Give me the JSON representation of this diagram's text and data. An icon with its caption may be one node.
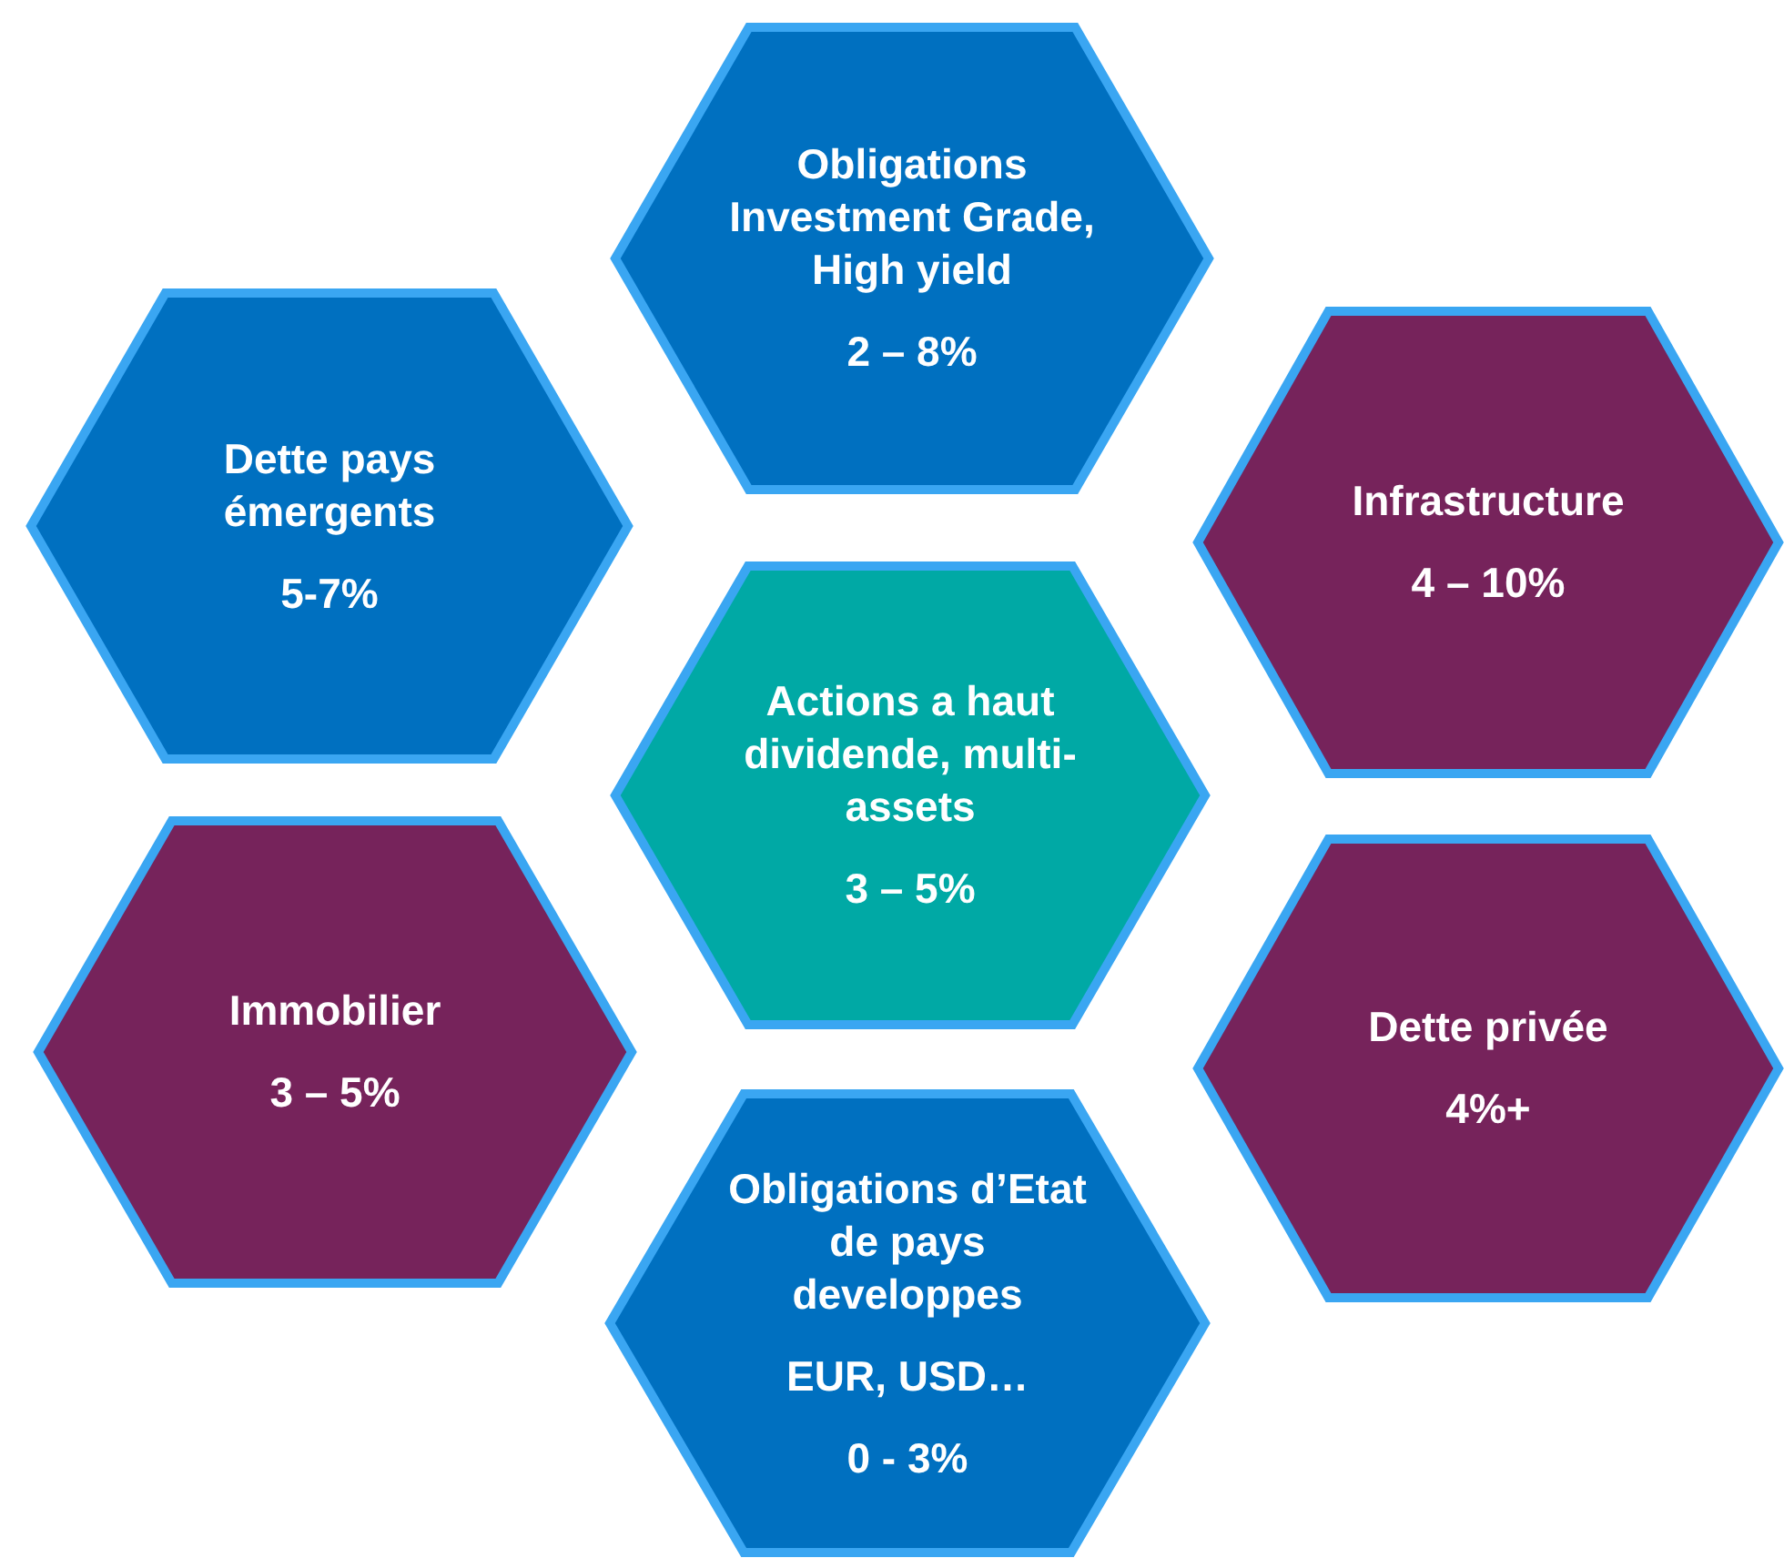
{
  "diagram": {
    "nodes": [
      {
        "text": [
          "Obligations Investment Grade, High yield",
          "2 – 8%"
        ]
      },
      {
        "text": [
          "Dette pays émergents",
          "5-7%"
        ]
      },
      {
        "text": [
          "Infrastructure",
          "4 – 10%"
        ]
      },
      {
        "text": [
          "Actions a haut dividende, multi-assets",
          "3 – 5%"
        ]
      },
      {
        "text": [
          "Immobilier",
          "3 – 5%"
        ]
      },
      {
        "text": [
          "Dette privée",
          "4%+"
        ]
      },
      {
        "text": [
          "Obligations d’Etat de pays developpes",
          "EUR, USD…",
          "0 - 3%"
        ]
      }
    ]
  }
}
